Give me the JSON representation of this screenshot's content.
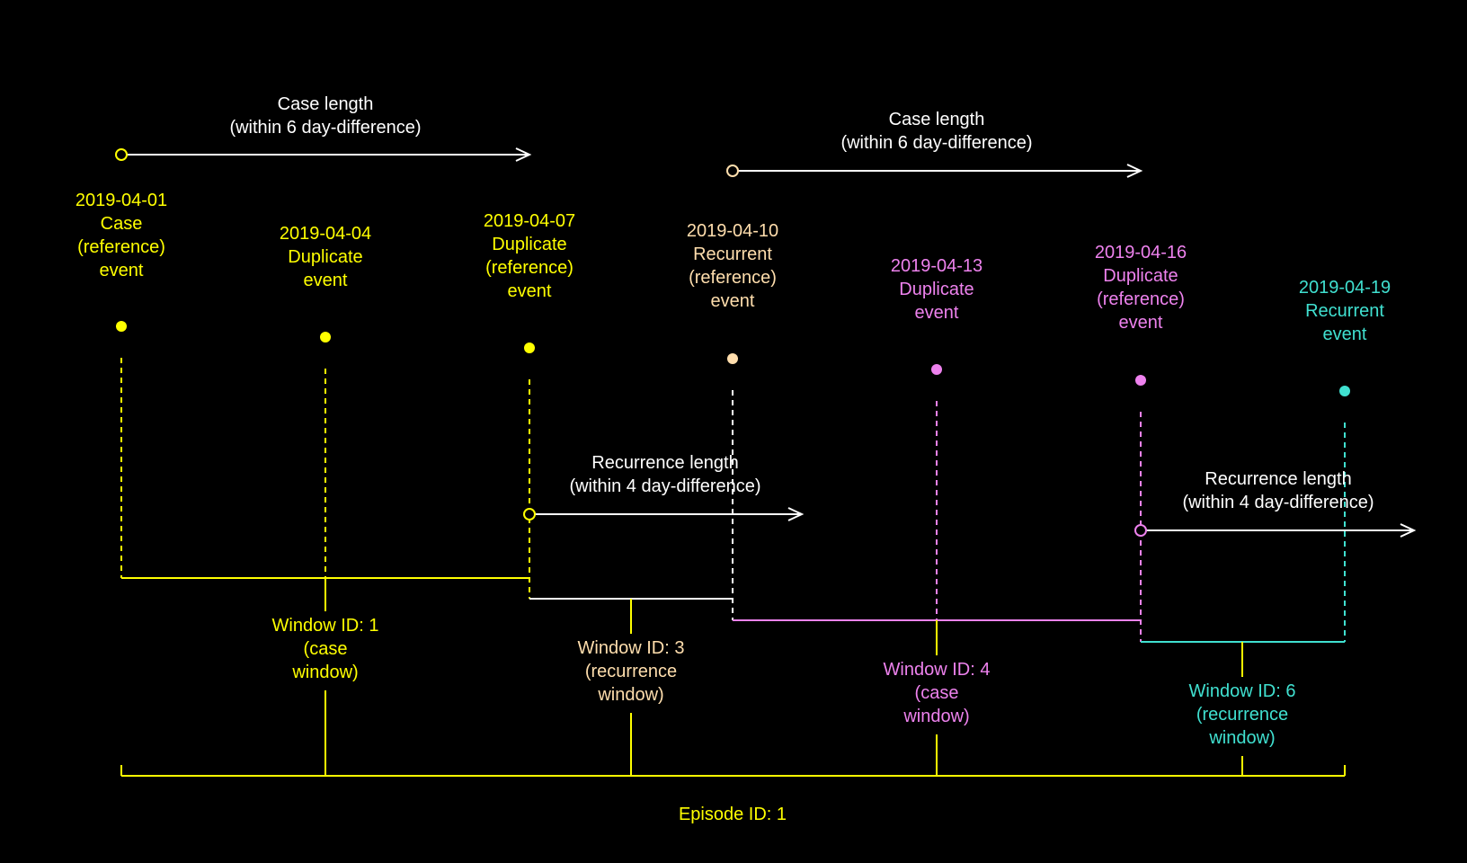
{
  "colors": {
    "background": "#000000",
    "white": "#FFFFFF",
    "yellow": "#FFFF00",
    "peach": "#FFDEAD",
    "violet": "#EE82EE",
    "turquoise": "#40E0D0"
  },
  "events": [
    {
      "id": "e1",
      "date": "2019-04-01",
      "lines": [
        "Case",
        "(reference)",
        "event"
      ],
      "color": "#FFFF00"
    },
    {
      "id": "e2",
      "date": "2019-04-04",
      "lines": [
        "Duplicate",
        "event"
      ],
      "color": "#FFFF00"
    },
    {
      "id": "e3",
      "date": "2019-04-07",
      "lines": [
        "Duplicate",
        "(reference)",
        "event"
      ],
      "color": "#FFFF00"
    },
    {
      "id": "e4",
      "date": "2019-04-10",
      "lines": [
        "Recurrent",
        "(reference)",
        "event"
      ],
      "color": "#FFDEAD"
    },
    {
      "id": "e5",
      "date": "2019-04-13",
      "lines": [
        "Duplicate",
        "event"
      ],
      "color": "#EE82EE"
    },
    {
      "id": "e6",
      "date": "2019-04-16",
      "lines": [
        "Duplicate",
        "(reference)",
        "event"
      ],
      "color": "#EE82EE"
    },
    {
      "id": "e7",
      "date": "2019-04-19",
      "lines": [
        "Recurrent",
        "event"
      ],
      "color": "#40E0D0"
    }
  ],
  "case_lengths": [
    {
      "lines": [
        "Case length",
        "(within 6 day-difference)"
      ]
    },
    {
      "lines": [
        "Case length",
        "(within 6 day-difference)"
      ]
    }
  ],
  "recurrence_lengths": [
    {
      "lines": [
        "Recurrence length",
        "(within 4 day-difference)"
      ]
    },
    {
      "lines": [
        "Recurrence length",
        "(within 4 day-difference)"
      ]
    }
  ],
  "windows": [
    {
      "lines": [
        "Window ID: 1",
        "(case",
        "window)"
      ],
      "color": "#FFFF00"
    },
    {
      "lines": [
        "Window ID: 3",
        "(recurrence",
        "window)"
      ],
      "color": "#FFDEAD"
    },
    {
      "lines": [
        "Window ID: 4",
        "(case",
        "window)"
      ],
      "color": "#EE82EE"
    },
    {
      "lines": [
        "Window ID: 6",
        "(recurrence",
        "window)"
      ],
      "color": "#40E0D0"
    }
  ],
  "episode": {
    "label": "Episode ID: 1",
    "color": "#FFFF00"
  }
}
